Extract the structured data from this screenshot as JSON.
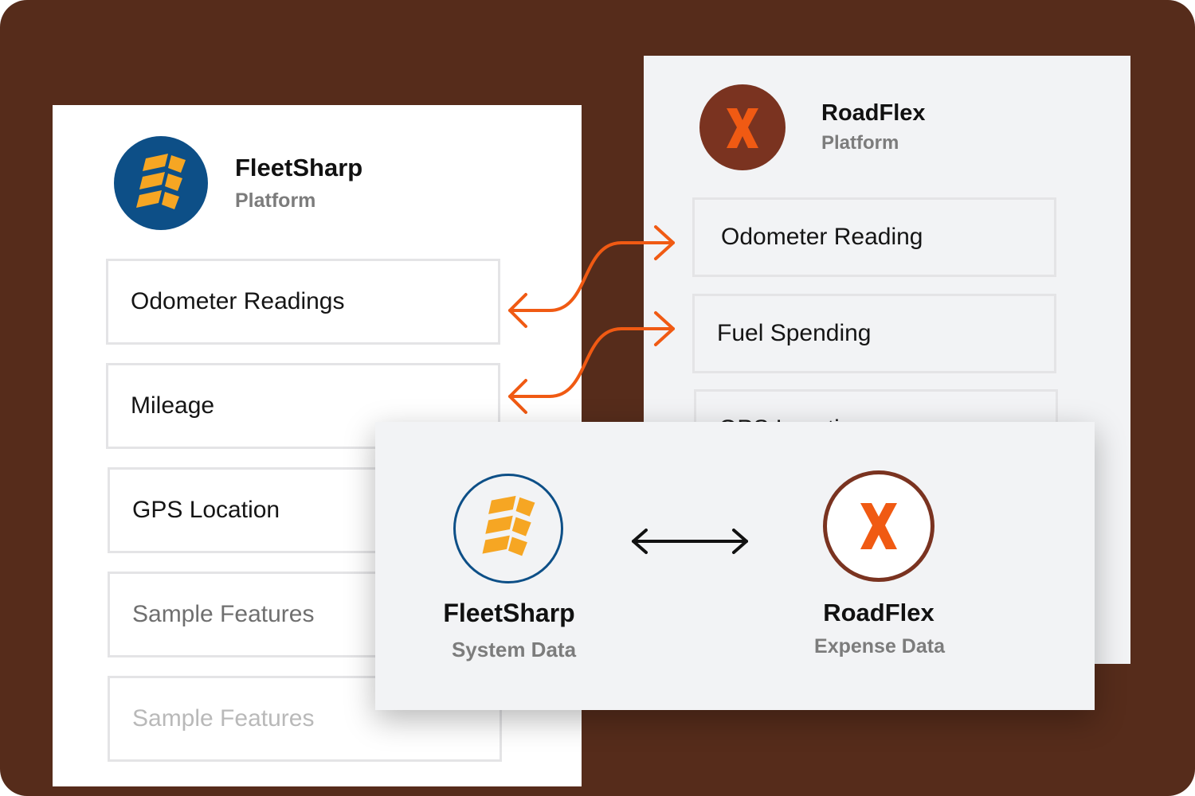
{
  "left_card": {
    "name": "FleetSharp",
    "subtitle": "Platform",
    "logo_icon": "fleetsharp-logo-icon",
    "fields": [
      "Odometer Readings",
      "Mileage",
      "GPS Location",
      "Sample Features",
      "Sample Features"
    ]
  },
  "right_card": {
    "name": "RoadFlex",
    "subtitle": "Platform",
    "logo_icon": "roadflex-logo-icon",
    "fields": [
      "Odometer Reading",
      "Fuel Spending",
      "GPS Location"
    ]
  },
  "sync_card": {
    "left_name": "FleetSharp",
    "left_subtitle": "System Data",
    "right_name": "RoadFlex",
    "right_subtitle": "Expense Data",
    "connector_icon": "two-way-arrow-icon"
  },
  "mappings": [
    {
      "from": "Odometer Readings",
      "to": "Odometer Reading"
    },
    {
      "from": "Mileage",
      "to": "Fuel Spending"
    }
  ],
  "colors": {
    "background": "#562c1b",
    "accent_orange": "#f05a13",
    "fleetsharp_blue": "#0d4f87",
    "fleetsharp_yellow": "#f6a623",
    "roadflex_brown": "#7a3320"
  }
}
